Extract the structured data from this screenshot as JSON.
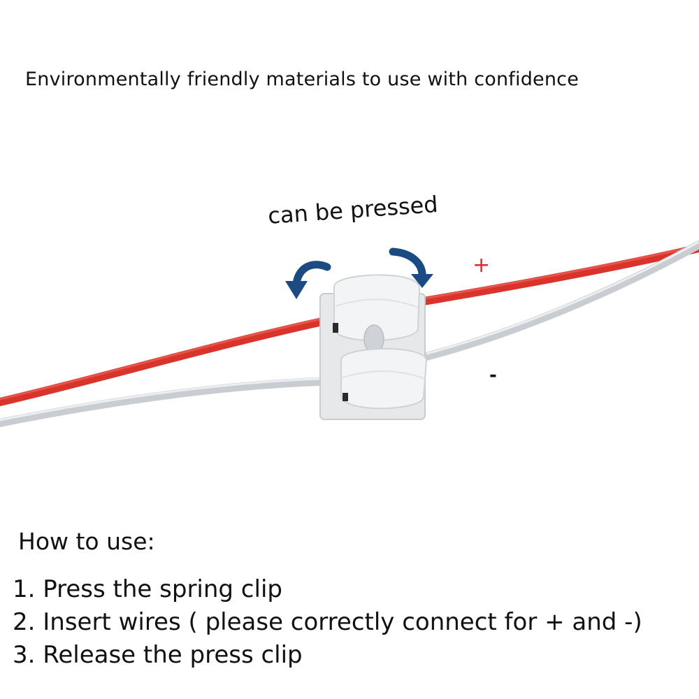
{
  "caption": "Environmentally friendly materials to use with confidence",
  "press_label": "can be pressed",
  "polarity": {
    "positive": "+",
    "negative": "-"
  },
  "instructions": {
    "heading": "How to use:",
    "steps": [
      "1. Press the spring clip",
      "2. Insert wires ( please correctly connect for + and -)",
      "3. Release the press clip"
    ]
  },
  "colors": {
    "red_wire": "#d9342b",
    "white_wire": "#cfd3d8",
    "connector": "#eef0f1",
    "arrow": "#1b4b82"
  }
}
